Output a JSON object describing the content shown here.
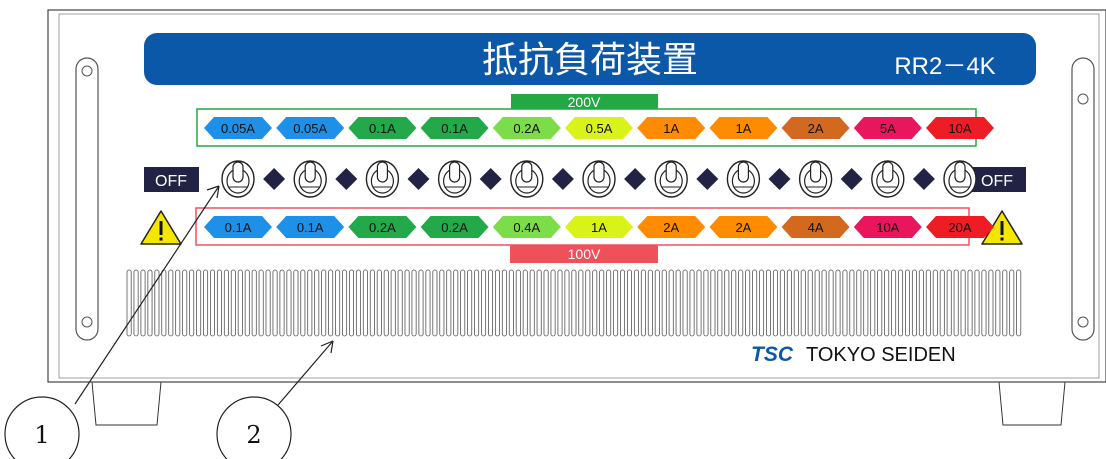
{
  "panel": {
    "title": "抵抗負荷装置",
    "model": "RR2－4K",
    "brand_logo": "TSC",
    "brand_name": "TOKYO SEIDEN"
  },
  "voltage_200": {
    "label": "200V",
    "color": "#22a845",
    "currents": [
      {
        "label": "0.05A",
        "color": "#1e90e8"
      },
      {
        "label": "0.05A",
        "color": "#1e90e8"
      },
      {
        "label": "0.1A",
        "color": "#23a84a"
      },
      {
        "label": "0.1A",
        "color": "#23a84a"
      },
      {
        "label": "0.2A",
        "color": "#7ddc4a"
      },
      {
        "label": "0.5A",
        "color": "#d8f21a"
      },
      {
        "label": "1A",
        "color": "#ff8c00"
      },
      {
        "label": "1A",
        "color": "#ff8c00"
      },
      {
        "label": "2A",
        "color": "#d2691e"
      },
      {
        "label": "5A",
        "color": "#e8175d"
      },
      {
        "label": "10A",
        "color": "#ee1c25"
      }
    ]
  },
  "voltage_100": {
    "label": "100V",
    "color": "#f0505a",
    "currents": [
      {
        "label": "0.1A",
        "color": "#1e90e8"
      },
      {
        "label": "0.1A",
        "color": "#1e90e8"
      },
      {
        "label": "0.2A",
        "color": "#23a84a"
      },
      {
        "label": "0.2A",
        "color": "#23a84a"
      },
      {
        "label": "0.4A",
        "color": "#7ddc4a"
      },
      {
        "label": "1A",
        "color": "#d8f21a"
      },
      {
        "label": "2A",
        "color": "#ff8c00"
      },
      {
        "label": "2A",
        "color": "#ff8c00"
      },
      {
        "label": "4A",
        "color": "#d2691e"
      },
      {
        "label": "10A",
        "color": "#e8175d"
      },
      {
        "label": "20A",
        "color": "#ee1c25"
      }
    ]
  },
  "switches": {
    "count": 11,
    "off_left": "OFF",
    "off_right": "OFF"
  },
  "callouts": [
    {
      "number": "1"
    },
    {
      "number": "2"
    }
  ],
  "colors": {
    "title_bar": "#0c58a8",
    "off_label": "#222244",
    "diamond": "#222244"
  }
}
